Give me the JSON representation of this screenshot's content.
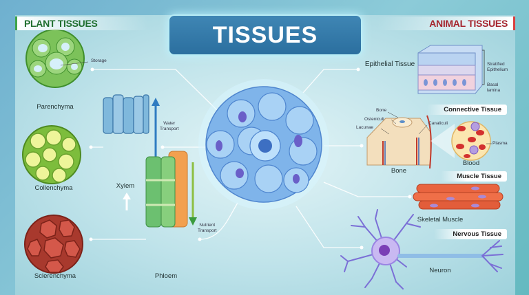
{
  "title": "TISSUES",
  "plant": {
    "header": "PLANT TISSUES",
    "parenchyma": {
      "label": "Parenchyma",
      "annotation": "Storage"
    },
    "collenchyma": {
      "label": "Collenchyma"
    },
    "sclerenchyma": {
      "label": "Sclerenchyma"
    },
    "xylem": {
      "label": "Xylem",
      "annotation_1": "Water",
      "annotation_2": "Transport"
    },
    "phloem": {
      "label": "Phloem",
      "annotation_1": "Nutrient",
      "annotation_2": "Transport"
    }
  },
  "animal": {
    "header": "ANIMAL TISSUES",
    "epithelial": {
      "label": "Epithelial Tissue",
      "stratified_1": "Stratified",
      "stratified_2": "Epithelium",
      "basal_1": "Basal",
      "basal_2": "lamina"
    },
    "connective": {
      "label": "Connective Tissue",
      "bone_label": "Bone",
      "bone_part": "Bone",
      "osteniculi": "Osteniculi",
      "lacunae": "Lacunae",
      "canaliculi": "Canaliculi",
      "blood_label": "Blood",
      "plasma": "Plasma"
    },
    "muscle": {
      "label": "Muscle Tissue",
      "sublabel": "Skeletal Muscle"
    },
    "nervous": {
      "label": "Nervous Tissue",
      "sublabel": "Neuron"
    }
  },
  "colors": {
    "plant_header": "#1f6e2e",
    "animal_header": "#a5252d",
    "title_bg": "#2b6f9f"
  }
}
